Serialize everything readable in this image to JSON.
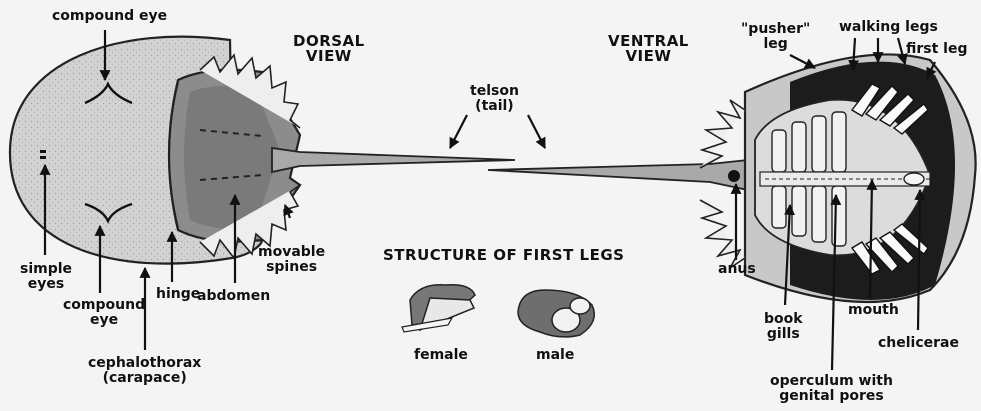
{
  "labels": {
    "compound_eye_top": "compound eye",
    "dorsal_view": "DORSAL\nVIEW",
    "ventral_view": "VENTRAL\nVIEW",
    "telson": "telson\n(tail)",
    "pusher_leg": "\"pusher\"\nleg",
    "walking_legs": "walking legs",
    "first_leg": "first leg",
    "simple_eyes": "simple\neyes",
    "compound_eye_bottom": "compound\neye",
    "hinge": "hinge",
    "abdomen": "abdomen",
    "movable_spines": "movable\nspines",
    "cephalothorax": "cephalothorax\n(carapace)",
    "structure_title": "STRUCTURE OF FIRST LEGS",
    "female": "female",
    "male": "male",
    "anus": "anus",
    "book_gills": "book\ngills",
    "mouth": "mouth",
    "chelicerae": "chelicerae",
    "operculum": "operculum with\ngenital pores"
  }
}
